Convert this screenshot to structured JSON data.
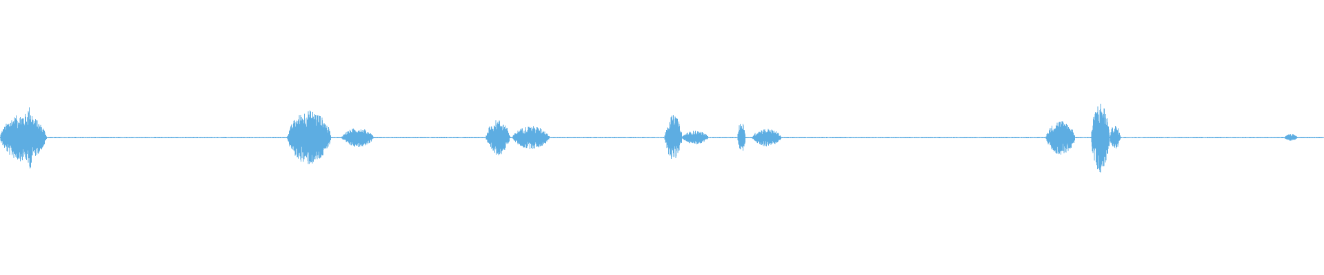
{
  "waveform": {
    "color": "#5dade2",
    "background": "#ffffff",
    "baseline_amplitude": 0.01,
    "segments": [
      {
        "start": 0.0,
        "end": 0.035,
        "peak": 0.35
      },
      {
        "start": 0.018,
        "end": 0.026,
        "peak": 0.46
      },
      {
        "start": 0.217,
        "end": 0.25,
        "peak": 0.4
      },
      {
        "start": 0.258,
        "end": 0.282,
        "peak": 0.14
      },
      {
        "start": 0.367,
        "end": 0.385,
        "peak": 0.26
      },
      {
        "start": 0.387,
        "end": 0.415,
        "peak": 0.17
      },
      {
        "start": 0.502,
        "end": 0.515,
        "peak": 0.33
      },
      {
        "start": 0.515,
        "end": 0.535,
        "peak": 0.1
      },
      {
        "start": 0.557,
        "end": 0.563,
        "peak": 0.24
      },
      {
        "start": 0.568,
        "end": 0.59,
        "peak": 0.13
      },
      {
        "start": 0.79,
        "end": 0.812,
        "peak": 0.25
      },
      {
        "start": 0.824,
        "end": 0.838,
        "peak": 0.52
      },
      {
        "start": 0.838,
        "end": 0.846,
        "peak": 0.18
      },
      {
        "start": 0.97,
        "end": 0.98,
        "peak": 0.05
      }
    ]
  }
}
